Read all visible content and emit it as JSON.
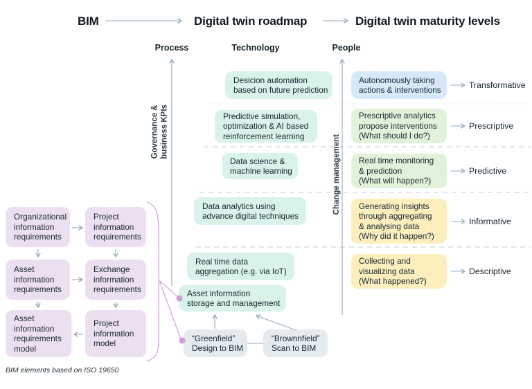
{
  "title_flow": {
    "bim": "BIM",
    "roadmap": "Digital twin roadmap",
    "maturity": "Digital twin maturity levels"
  },
  "columns": {
    "process": "Process",
    "technology": "Technology",
    "people": "People"
  },
  "axes": {
    "governance_label": "Governance &\nbusiness KPIs",
    "change_label": "Change management"
  },
  "bim_group": {
    "boxes": [
      {
        "label": "Organizational\ninformation\nrequirements"
      },
      {
        "label": "Project\ninformation\nrequirements"
      },
      {
        "label": "Asset\ninformation\nrequirements"
      },
      {
        "label": "Exchange\ninformation\nrequirements"
      },
      {
        "label": "Asset\ninformation\nrequirements\nmodel"
      },
      {
        "label": "Project\ninformation\nmodel"
      }
    ],
    "footnote": "BIM elements based on ISO 19650"
  },
  "technology_stack": {
    "boxes": [
      {
        "label": "Desicion automation\nbased on future prediction"
      },
      {
        "label": "Predictive simulation,\noptimization & AI based\nreinforcement learning"
      },
      {
        "label": "Data science &\nmachine learning"
      },
      {
        "label": "Data analytics using\nadvance digital techniques"
      },
      {
        "label": "Real time data\naggregation (e.g. via IoT)"
      },
      {
        "label": "Asset information\nstorage and management"
      }
    ]
  },
  "bim_sources": {
    "greenfield": "“Greenfield”\nDesign to BIM",
    "brownfield": "“Brownnfield”\nScan to BIM"
  },
  "maturity_levels": {
    "rows": [
      {
        "capability": "Autonomously taking\nactions & interventions",
        "level": "Transformative",
        "color_key": "blue"
      },
      {
        "capability": "Prescriptive analytics\npropose interventions\n(What should I do?)",
        "level": "Prescriptive",
        "color_key": "green"
      },
      {
        "capability": "Real time monitoring\n& prediction\n(What will happen?)",
        "level": "Predictive",
        "color_key": "green"
      },
      {
        "capability": "Generating insights\nthrough aggregating\n& analysing data\n(Why did it happen?)",
        "level": "Informative",
        "color_key": "yellow"
      },
      {
        "capability": "Collecting and\nvisualizing data\n(What happened?)",
        "level": "Descriptive",
        "color_key": "yellow"
      }
    ]
  },
  "colors": {
    "teal": "#d9f2ea",
    "blue": "#d7e9f8",
    "green": "#e2f2da",
    "yellow": "#fceebd",
    "purple": "#ecdff2",
    "grey": "#e5eaee",
    "arrow": "#93aab8",
    "dashed": "#cbd8df",
    "bracket": "#d9abdf",
    "dot": "#cf9fd9"
  }
}
